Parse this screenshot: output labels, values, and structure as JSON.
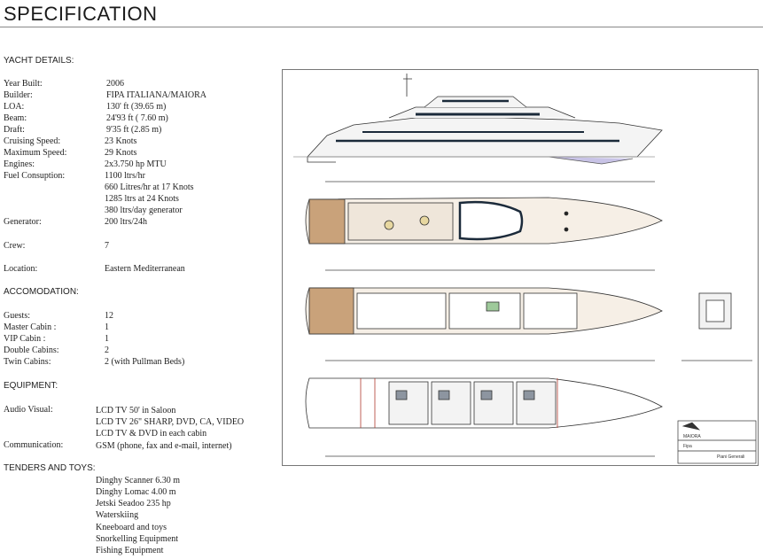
{
  "page_title": "SPECIFICATION",
  "yacht_details": {
    "heading": "YACHT DETAILS:",
    "rows": [
      {
        "label": "Year Built:",
        "value": "2006"
      },
      {
        "label": "Builder:",
        "value": "FIPA ITALIANA/MAIORA"
      },
      {
        "label": "LOA:",
        "value": "130' ft (39.65 m)"
      },
      {
        "label": "Beam:",
        "value": "24'93 ft ( 7.60 m)"
      },
      {
        "label": "Draft:",
        "value": "9'35 ft (2.85 m)"
      },
      {
        "label": "Cruising Speed:",
        "value": "23 Knots"
      },
      {
        "label": "Maximum Speed:",
        "value": "29 Knots"
      },
      {
        "label": "Engines:",
        "value": "2x3.750 hp MTU"
      },
      {
        "label": "Fuel Consuption:",
        "value": "1100 ltrs/hr"
      }
    ],
    "fuel_extra": [
      "660 Litres/hr at 17 Knots",
      "1285 ltrs at 24 Knots",
      "380 ltrs/day generator"
    ],
    "generator_label": "Generator:",
    "generator_value": "200 ltrs/24h",
    "crew_label": "Crew:",
    "crew_value": "7",
    "location_label": "Location:",
    "location_value": "Eastern Mediterranean"
  },
  "accomodation": {
    "heading": "ACCOMODATION:",
    "rows": [
      {
        "label": "Guests:",
        "value": "12"
      },
      {
        "label": "Master Cabin :",
        "value": "1"
      },
      {
        "label": "VIP Cabin :",
        "value": "1"
      },
      {
        "label": "Double Cabins:",
        "value": "2"
      },
      {
        "label": "Twin Cabins:",
        "value": "2 (with Pullman Beds)"
      }
    ]
  },
  "equipment": {
    "heading": "EQUIPMENT:",
    "audio_label": "Audio Visual:",
    "audio_values": [
      "LCD TV 50' in Saloon",
      "LCD TV 26\" SHARP, DVD, CA, VIDEO",
      "LCD TV & DVD in each cabin"
    ],
    "comm_label": "Communication:",
    "comm_value": "GSM (phone, fax and e-mail, internet)"
  },
  "tenders": {
    "heading": "TENDERS AND TOYS:",
    "items": [
      "Dinghy Scanner 6.30 m",
      "Dinghy Lomac 4.00 m",
      "Jetski Seadoo 235 hp",
      "Waterskiing",
      "Kneeboard and toys",
      "Snorkelling Equipment",
      "Fishing Equipment"
    ]
  },
  "plan_block": {
    "builder_text": "Fipa",
    "model_text": "MAIORA",
    "title_text": "Piani Generali"
  },
  "colors": {
    "rule": "#888888",
    "hull_dark": "#1b2a3a",
    "wood": "#c9a27a",
    "red_line": "#b03a2e"
  }
}
